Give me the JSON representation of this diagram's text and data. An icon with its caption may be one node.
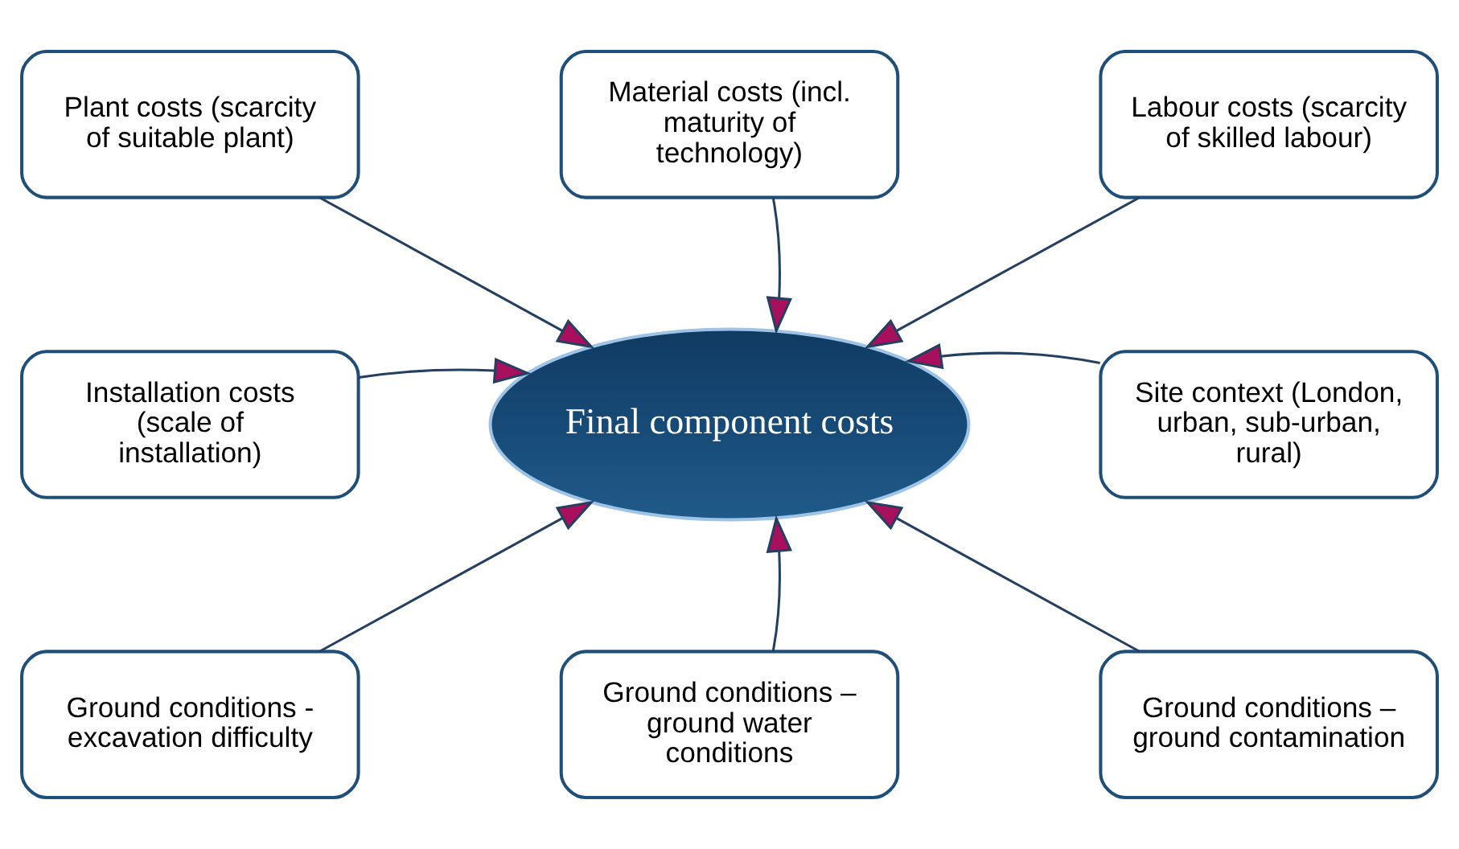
{
  "diagram": {
    "nodes": [
      {
        "text": [
          "Plant costs (scarcity of suitable plant)"
        ]
      },
      {
        "text": [
          "Material costs (incl. maturity of technology)"
        ]
      },
      {
        "text": [
          "Labour costs (scarcity of skilled labour)"
        ]
      },
      {
        "text": [
          "Installation costs (scale of installation)"
        ]
      },
      {
        "text": [
          "Final component costs"
        ]
      },
      {
        "text": [
          "Site context (London, urban, sub-urban, rural)"
        ]
      },
      {
        "text": [
          "Ground conditions - excavation difficulty"
        ]
      },
      {
        "text": [
          "Ground conditions – ground water conditions"
        ]
      },
      {
        "text": [
          "Ground conditions – ground contamination"
        ]
      }
    ],
    "edges": [
      {
        "from": 0,
        "to": 4,
        "arrow": "to"
      },
      {
        "from": 1,
        "to": 4,
        "arrow": "to"
      },
      {
        "from": 2,
        "to": 4,
        "arrow": "to"
      },
      {
        "from": 3,
        "to": 4,
        "arrow": "to"
      },
      {
        "from": 5,
        "to": 4,
        "arrow": "to"
      },
      {
        "from": 6,
        "to": 4,
        "arrow": "to"
      },
      {
        "from": 7,
        "to": 4,
        "arrow": "to"
      },
      {
        "from": 8,
        "to": 4,
        "arrow": "to"
      }
    ]
  }
}
